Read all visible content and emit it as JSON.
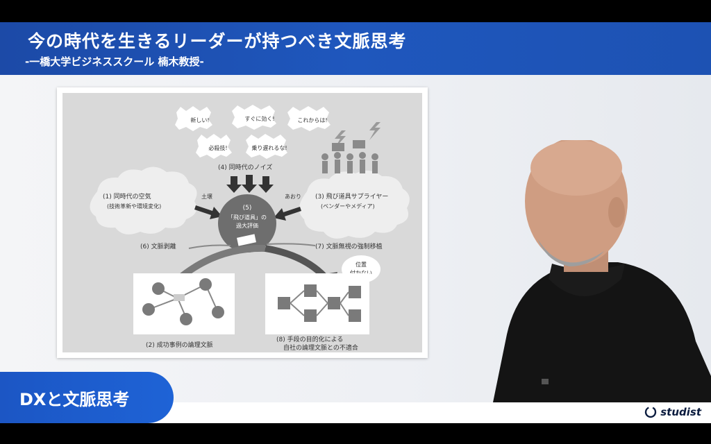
{
  "header": {
    "title": "今の時代を生きるリーダーが持つべき文脈思考",
    "subtitle": "-一橋大学ビジネススクール 楠木教授-"
  },
  "badge": {
    "label": "DXと文脈思考"
  },
  "logo": {
    "text": "studist",
    "icon": "studist-ring-icon"
  },
  "diagram": {
    "bubbles": [
      "新しい!",
      "すぐに効く!",
      "これからは!",
      "必殺技!",
      "乗り遅れるな!"
    ],
    "n4": "(4) 同時代のノイズ",
    "n1a": "(1) 同時代の空気",
    "n1b": "(技術革新や環境変化)",
    "n3a": "(3) 飛び道具サプライヤー",
    "n3b": "(ベンダーやメディア)",
    "dojo": "土壌",
    "aori": "あおり",
    "n5a": "(5)",
    "n5b": "「飛び道具」の",
    "n5c": "過大評価",
    "n6": "(6) 文脈剥離",
    "n7": "(7) 文脈無視の強制移植",
    "q": "?",
    "nofit_a": "位置",
    "nofit_b": "付かない",
    "n2": "(2) 成功事例の論理文脈",
    "n8a": "(8) 手段の目的化による",
    "n8b": "自社の論理文脈との不適合"
  }
}
